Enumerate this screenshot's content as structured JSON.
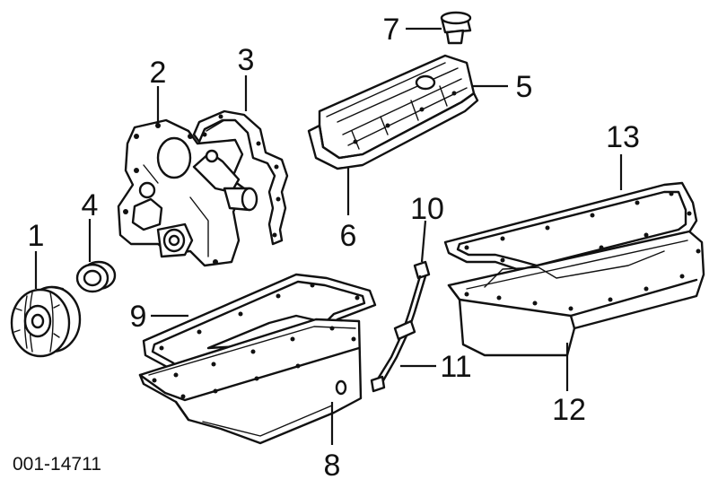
{
  "diagram": {
    "part_number": "001-14711",
    "callouts": {
      "c1": "1",
      "c2": "2",
      "c3": "3",
      "c4": "4",
      "c5": "5",
      "c6": "6",
      "c7": "7",
      "c8": "8",
      "c9": "9",
      "c10": "10",
      "c11": "11",
      "c12": "12",
      "c13": "13"
    }
  }
}
